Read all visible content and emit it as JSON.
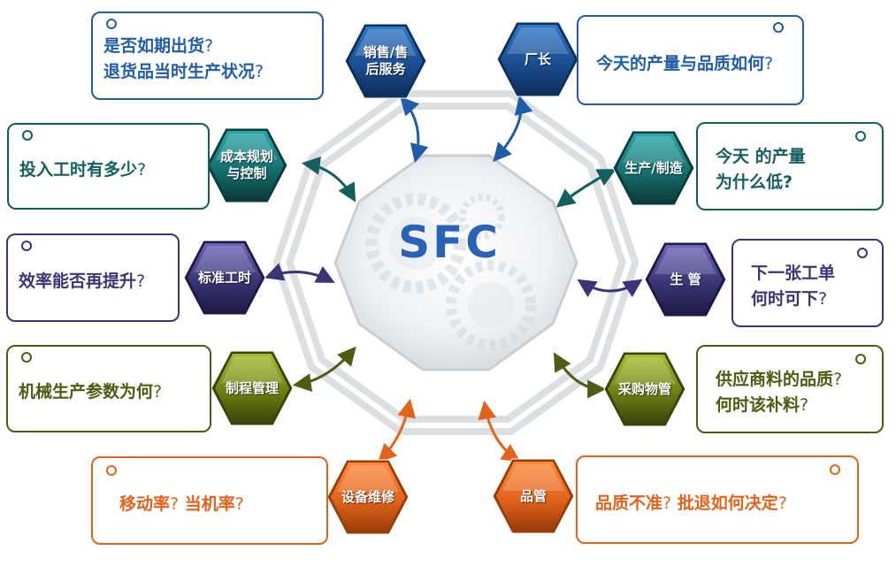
{
  "center": {
    "label": "SFC"
  },
  "colors": {
    "blue": "#1f5da8",
    "teal": "#145f5f",
    "purple": "#3b3575",
    "olive": "#4f5a12",
    "orange": "#e1641c"
  },
  "nodes": [
    {
      "id": "sales",
      "label": [
        "销售/售",
        "后服务"
      ],
      "color": "blue",
      "card": [
        {
          "t": "是否如期出货",
          "q": "?"
        },
        {
          "t": "退货品当时生产状况",
          "q": "?"
        }
      ]
    },
    {
      "id": "factory-manager",
      "label": [
        "厂长"
      ],
      "color": "blue",
      "card": [
        {
          "t": "今天的产量与品质如何",
          "q": "?"
        }
      ]
    },
    {
      "id": "cost-planning",
      "label": [
        "成本规划",
        "与控制"
      ],
      "color": "teal",
      "card": [
        {
          "t": "投入工时有多少",
          "q": "?"
        }
      ]
    },
    {
      "id": "production",
      "label": [
        "生产/制造"
      ],
      "color": "teal",
      "card": [
        {
          "t": "今天 的产量",
          "q": ""
        },
        {
          "t": "为什么低?",
          "q": ""
        }
      ]
    },
    {
      "id": "standard-hours",
      "label": [
        "标准工时"
      ],
      "color": "purple",
      "card": [
        {
          "t": "效率能否再提升",
          "q": "?"
        }
      ]
    },
    {
      "id": "production-control",
      "label": [
        "生 管"
      ],
      "color": "purple",
      "card": [
        {
          "t": "下一张工单",
          "q": ""
        },
        {
          "t": "何时可下",
          "q": "?"
        }
      ]
    },
    {
      "id": "process-management",
      "label": [
        "制程管理"
      ],
      "color": "olive",
      "card": [
        {
          "t": "机械生产参数为何",
          "q": "?"
        }
      ]
    },
    {
      "id": "purchasing",
      "label": [
        "采购物管"
      ],
      "color": "olive",
      "card": [
        {
          "t": "供应商料的品质",
          "q": "?"
        },
        {
          "t": "何时该补料",
          "q": "?"
        }
      ]
    },
    {
      "id": "equipment-maintenance",
      "label": [
        "设备维修"
      ],
      "color": "orange",
      "card": [
        {
          "t": "移动率",
          "q": "?"
        },
        {
          "t": "当机率",
          "q": "?"
        }
      ]
    },
    {
      "id": "quality-control",
      "label": [
        "品管"
      ],
      "color": "orange",
      "card": [
        {
          "t": "品质不准",
          "q": "?"
        },
        {
          "t": "批退如何决定",
          "q": "?"
        }
      ]
    }
  ]
}
